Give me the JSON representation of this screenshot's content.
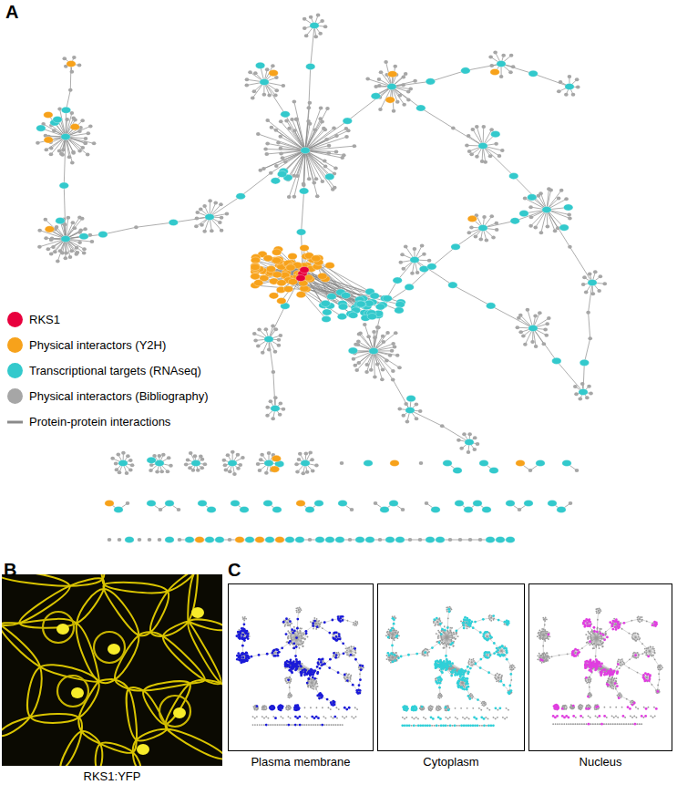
{
  "diagram": {
    "nodes": [
      {
        "text": [
          "RKS1:YFP"
        ]
      },
      {
        "text": [
          "Plasma membrane"
        ]
      },
      {
        "text": [
          "Cytoplasm"
        ]
      },
      {
        "text": [
          "Nucleus"
        ]
      }
    ],
    "labels": [
      "A",
      "B",
      "C"
    ],
    "legend": [
      {
        "text": "RKS1",
        "color": "#e8003d"
      },
      {
        "text": "Physical interactors (Y2H)",
        "color": "#f7a21b"
      },
      {
        "text": "Transcriptional targets (RNAseq)",
        "color": "#33c9cc"
      },
      {
        "text": "Physical interactors (Bibliography)",
        "color": "#a6a6a6"
      },
      {
        "text": "Protein-protein interactions"
      }
    ]
  }
}
